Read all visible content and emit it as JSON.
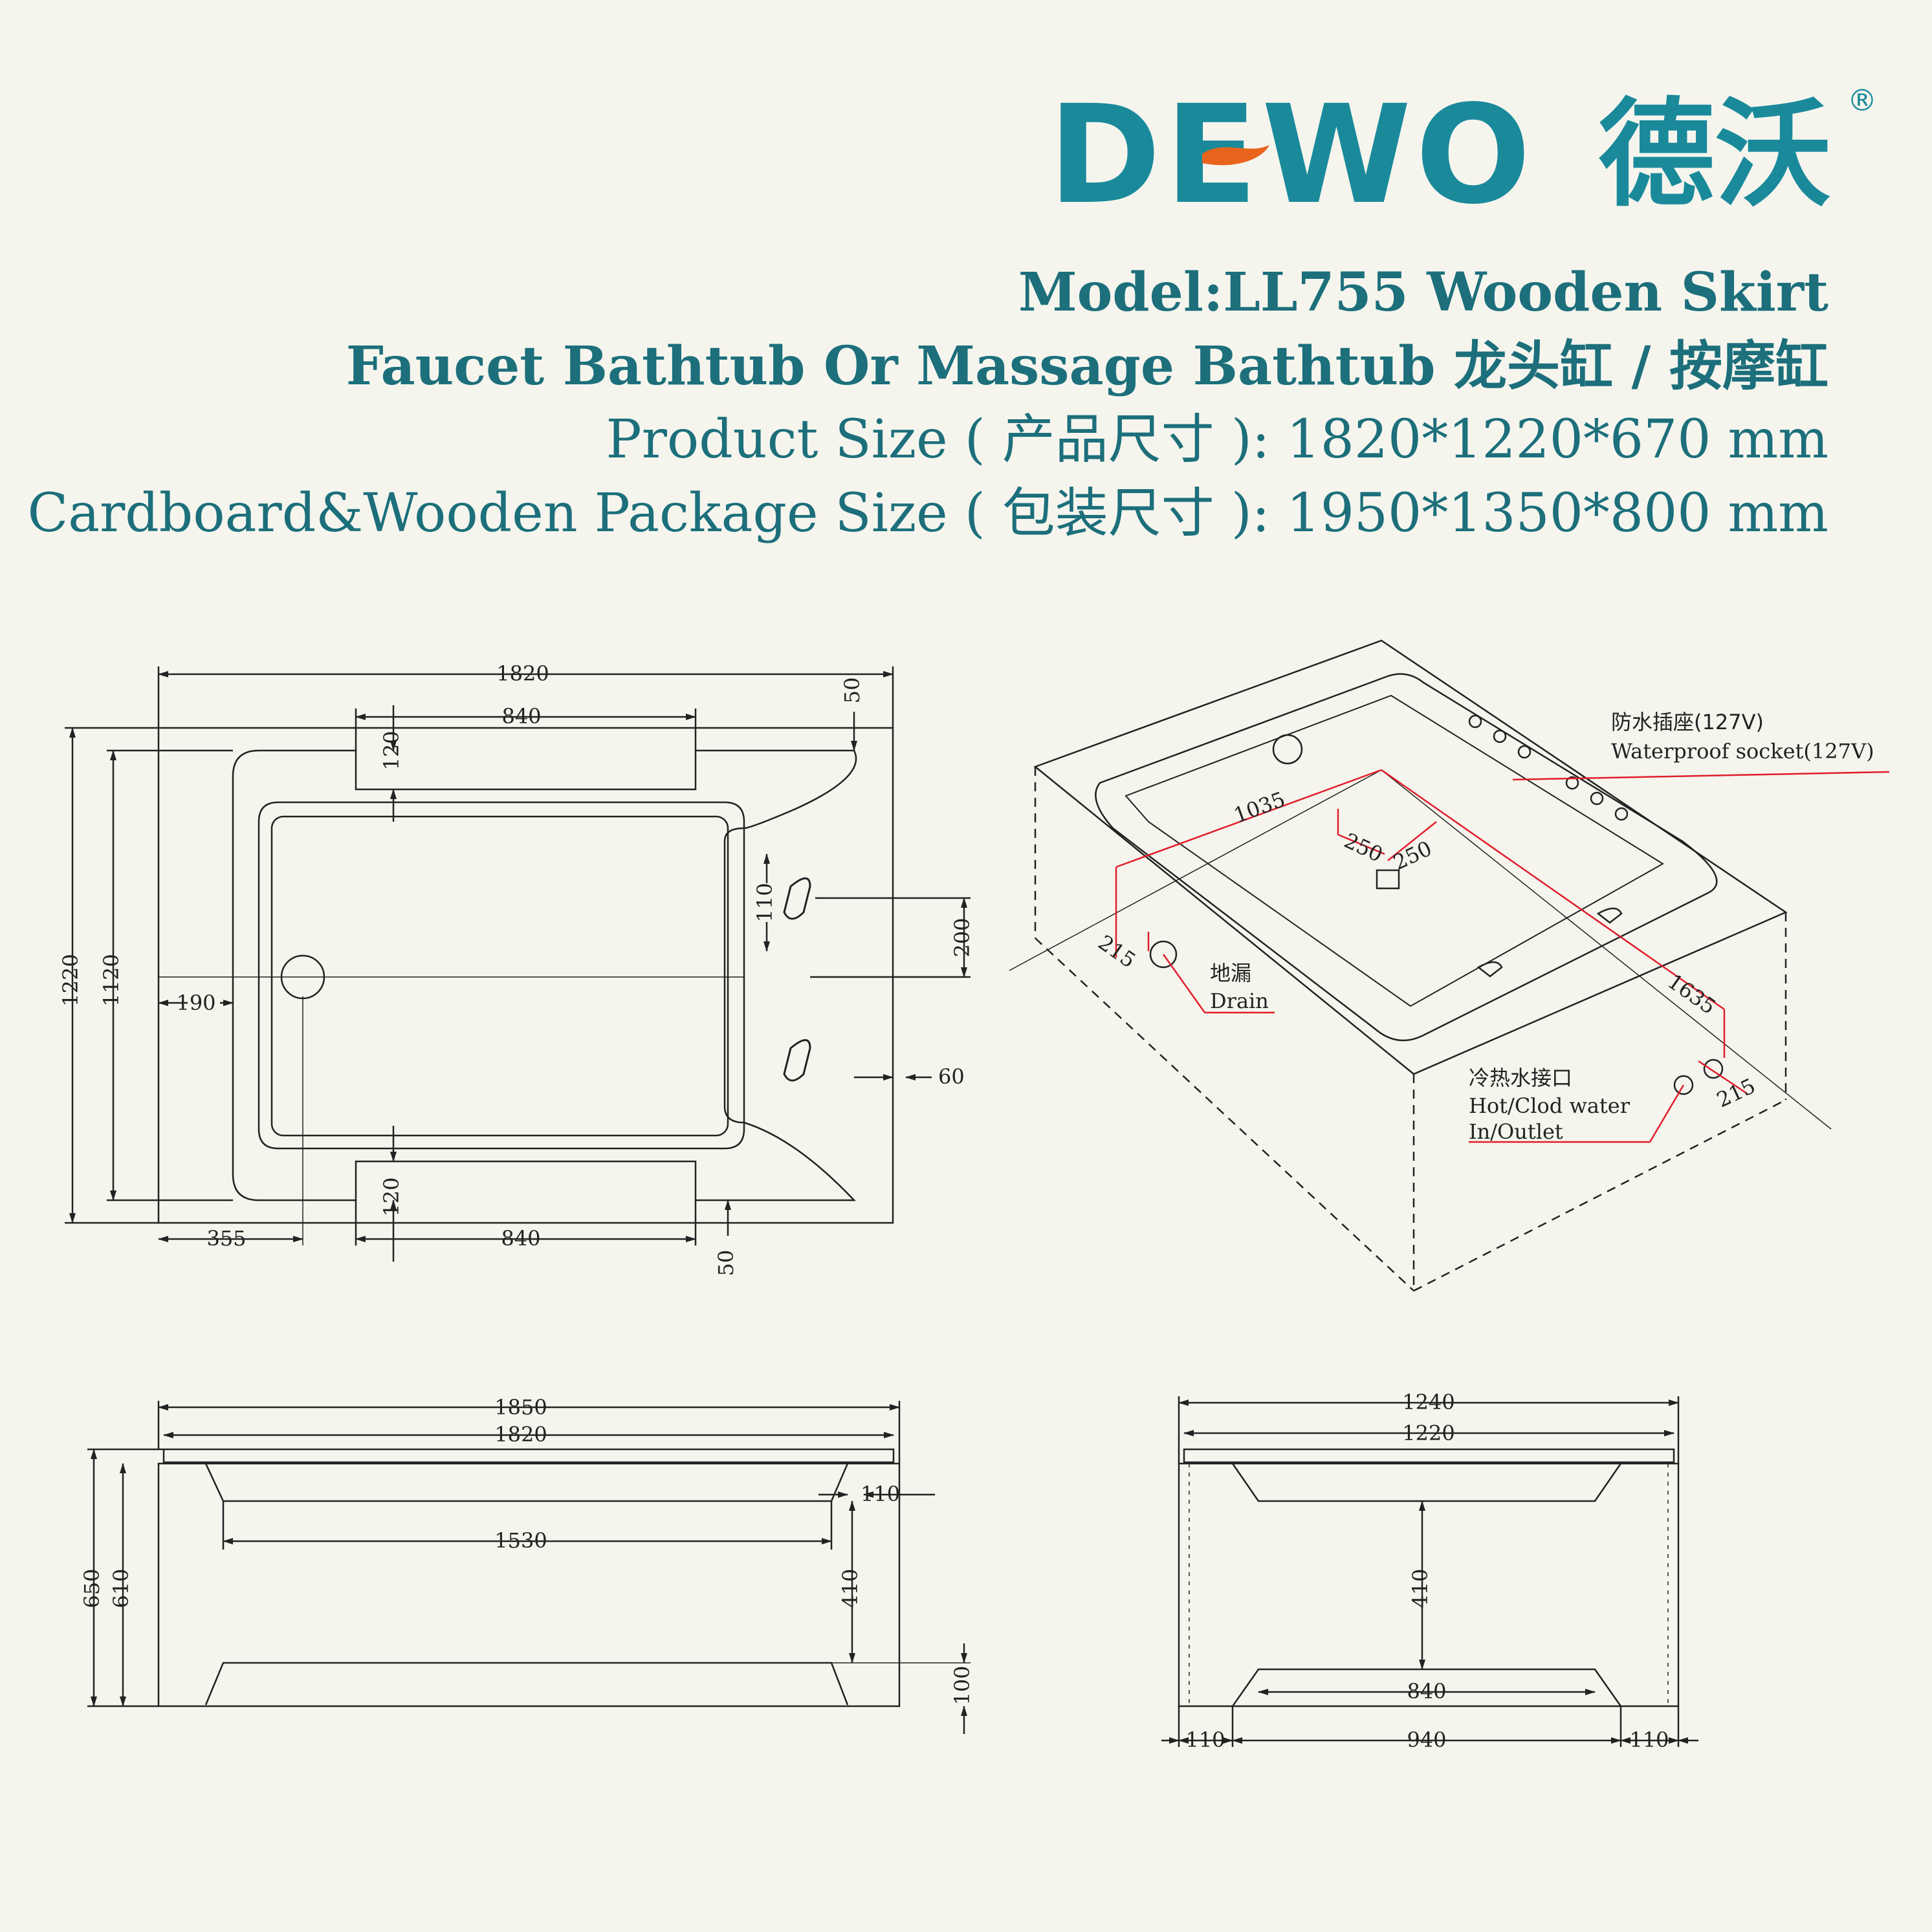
{
  "brand": {
    "name": "DEWO",
    "name_cn": "德沃",
    "registered": "®",
    "color": "#1a8a9b",
    "accent": "#e8641c"
  },
  "header": {
    "model": "Model:LL755 Wooden Skirt",
    "type": "Faucet Bathtub Or Massage Bathtub 龙头缸 / 按摩缸",
    "product_size": "Product Size ( 产品尺寸 ):   1820*1220*670 mm",
    "package_size": "Cardboard&Wooden Package Size ( 包装尺寸 ):  1950*1350*800 mm",
    "text_color": "#1c6f7b"
  },
  "top_view": {
    "dims": {
      "overall_length": "1820",
      "overall_width": "1220",
      "inner_width": "1120",
      "armrest_top": "840",
      "armrest_bottom": "840",
      "armrest_depth_top": "120",
      "armrest_depth_bottom": "120",
      "edge_top": "50",
      "edge_bottom": "50",
      "drain_offset": "190",
      "left_offset": "355",
      "pillow_height": "110",
      "pillow_offset": "200",
      "right_offset": "60"
    }
  },
  "iso_view": {
    "dims": {
      "length": "1035",
      "length_long": "1635",
      "sq_a": "250",
      "sq_b": "250",
      "drain_offset": "215",
      "inlet_offset": "215"
    },
    "labels": {
      "socket_cn": "防水插座(127V)",
      "socket_en": "Waterproof socket(127V)",
      "drain_cn": "地漏",
      "drain_en": "Drain",
      "water_cn": "冷热水接口",
      "water_en1": "Hot/Clod water",
      "water_en2": "In/Outlet"
    },
    "accent_color": "#e11d2a"
  },
  "front_view": {
    "dims": {
      "top_length": "1850",
      "length": "1820",
      "inner_length": "1530",
      "height_total": "650",
      "height_body": "610",
      "rim": "110",
      "depth": "410",
      "base": "100"
    }
  },
  "side_view": {
    "dims": {
      "top_width": "1240",
      "width": "1220",
      "depth": "410",
      "bottom_width": "840",
      "left_skirt": "110",
      "center": "940",
      "right_skirt": "110"
    }
  }
}
